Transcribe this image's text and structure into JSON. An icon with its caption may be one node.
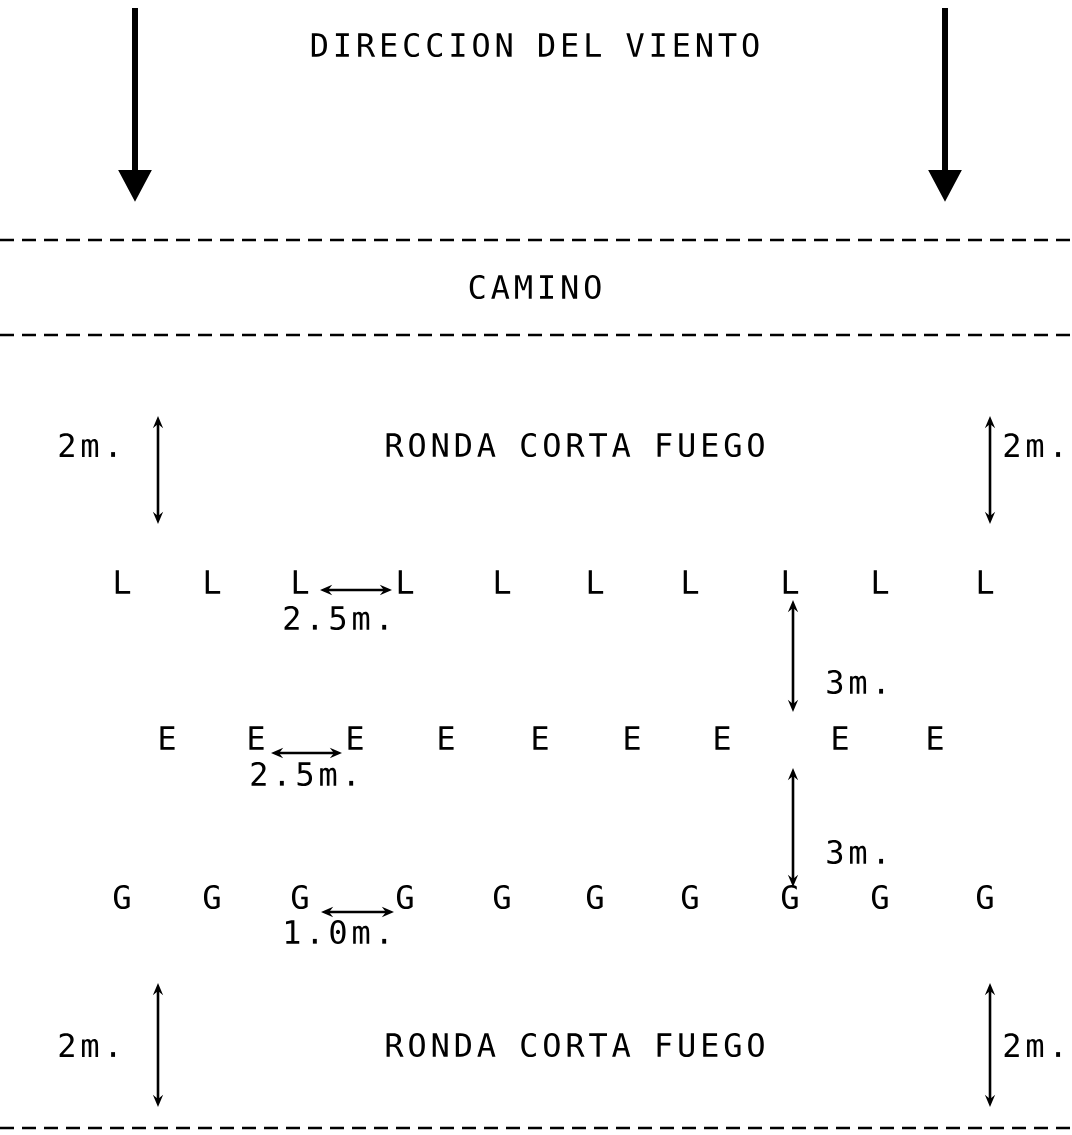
{
  "diagram": {
    "labels": [
      "DIRECCION DEL VIENTO",
      "CAMINO",
      "2m.",
      "RONDA CORTA FUEGO",
      "2m.",
      "L",
      "L",
      "L",
      "L",
      "L",
      "L",
      "L",
      "L",
      "L",
      "L",
      "2.5m.",
      "3m.",
      "E",
      "E",
      "E",
      "E",
      "E",
      "E",
      "E",
      "E",
      "E",
      "2.5m.",
      "3m.",
      "G",
      "G",
      "G",
      "G",
      "G",
      "G",
      "G",
      "G",
      "G",
      "G",
      "1.0m.",
      "2m.",
      "RONDA CORTA FUEGO",
      "2m."
    ]
  }
}
